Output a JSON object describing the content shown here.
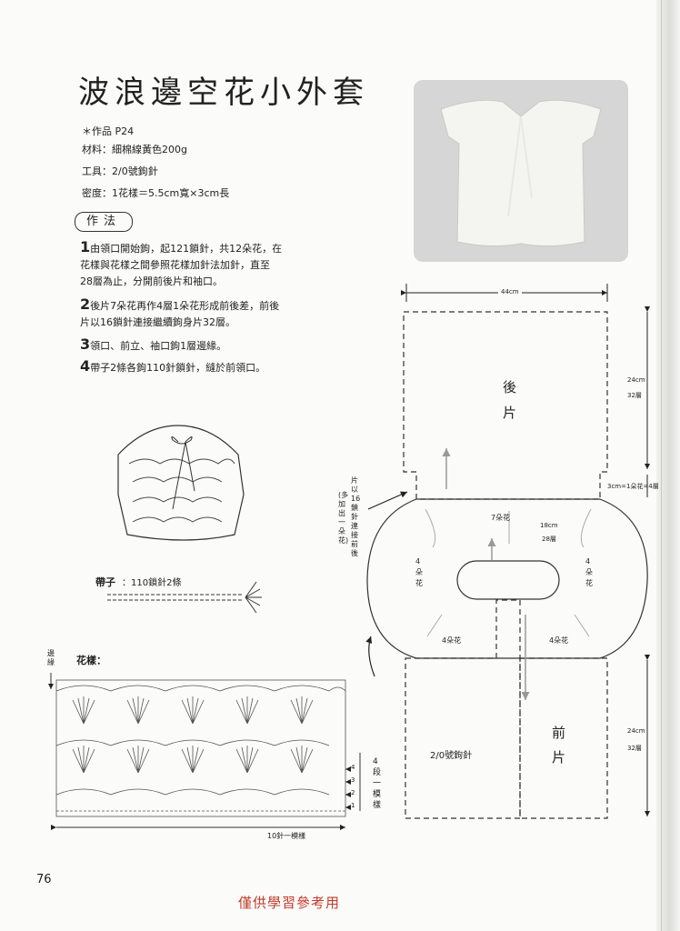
{
  "title": "波浪邊空花小外套",
  "meta": {
    "work": "＊作品 P24",
    "material": "材料：細棉線黃色200g",
    "tools": "工具：2/0號鉤針",
    "gauge": "密度：1花樣＝5.5cm寬×3cm長"
  },
  "method_label": "作法",
  "steps": [
    {
      "num": "1",
      "lines": [
        "由領口開始鉤，起121鎖針，共12朵花，在",
        "花樣與花樣之間參照花樣加針法加針，直至",
        "28層為止，分開前後片和袖口。"
      ]
    },
    {
      "num": "2",
      "lines": [
        "後片7朵花再作4層1朵花形成前後差，前後",
        "片以16鎖針連接繼續鉤身片32層。"
      ]
    },
    {
      "num": "3",
      "lines": [
        "領口、前立、袖口鉤1層邊緣。"
      ]
    },
    {
      "num": "4",
      "lines": [
        "帶子2條各鉤110針鎖針，縫於前領口。"
      ]
    }
  ],
  "diagram": {
    "width_label": "44cm",
    "back_label": [
      "後",
      "片"
    ],
    "back_height": [
      "24cm",
      "32層"
    ],
    "front_label": [
      "前",
      "片"
    ],
    "front_height": [
      "24cm",
      "32層"
    ],
    "front_diff": "3cm=1朵花=4層",
    "yoke_top": "7朵花",
    "yoke_depth": [
      "18cm",
      "28層"
    ],
    "yoke_left": "4朵花",
    "yoke_right": "4朵花",
    "yoke_bottom_left": "4朵花",
    "yoke_bottom_right": "4朵花",
    "hook": "2/0號鉤針",
    "connect_note": [
      "片以16鎖針連接前後",
      "(多加出一朵花)"
    ]
  },
  "tie": {
    "label": "帶子",
    "value": "：110鎖針2條"
  },
  "pattern": {
    "label": "花樣：",
    "edge_label": "邊緣",
    "rows": [
      "4",
      "3",
      "2",
      "1"
    ],
    "repeat_side": "4段一模樣",
    "repeat_bottom": "10針一模樣"
  },
  "page_number": "76",
  "footer": "僅供學習參考用"
}
